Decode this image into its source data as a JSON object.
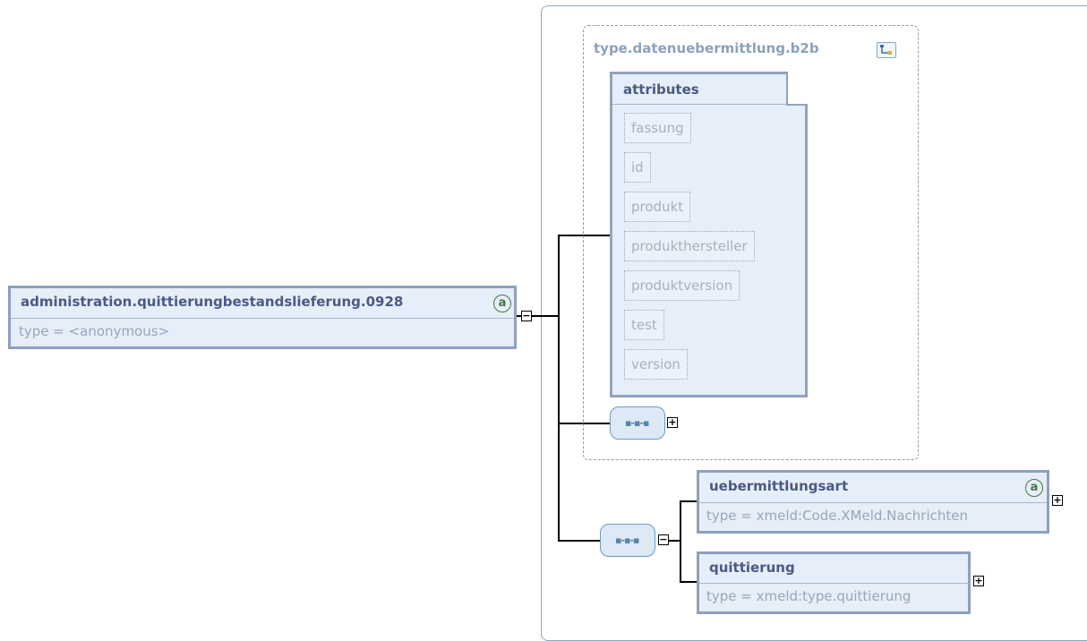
{
  "root": {
    "name": "administration.quittierungbestandslieferung.0928",
    "type": "type = <anonymous>",
    "attr_icon": "a",
    "toggle": "−"
  },
  "type_group": {
    "title": "type.datenuebermittlung.b2b",
    "icon": "type-icon"
  },
  "attributes": {
    "title": "attributes",
    "items": [
      "fassung",
      "id",
      "produkt",
      "produkthersteller",
      "produktversion",
      "test",
      "version"
    ]
  },
  "sequences": [
    {
      "dots": "▪-▪-▪",
      "toggle": "+"
    },
    {
      "dots": "▪-▪-▪",
      "toggle": "−"
    }
  ],
  "children": [
    {
      "name": "uebermittlungsart",
      "type": "type = xmeld:Code.XMeld.Nachrichten",
      "attr_icon": "a",
      "toggle": "+"
    },
    {
      "name": "quittierung",
      "type": "type = xmeld:type.quittierung",
      "toggle": "+"
    }
  ]
}
